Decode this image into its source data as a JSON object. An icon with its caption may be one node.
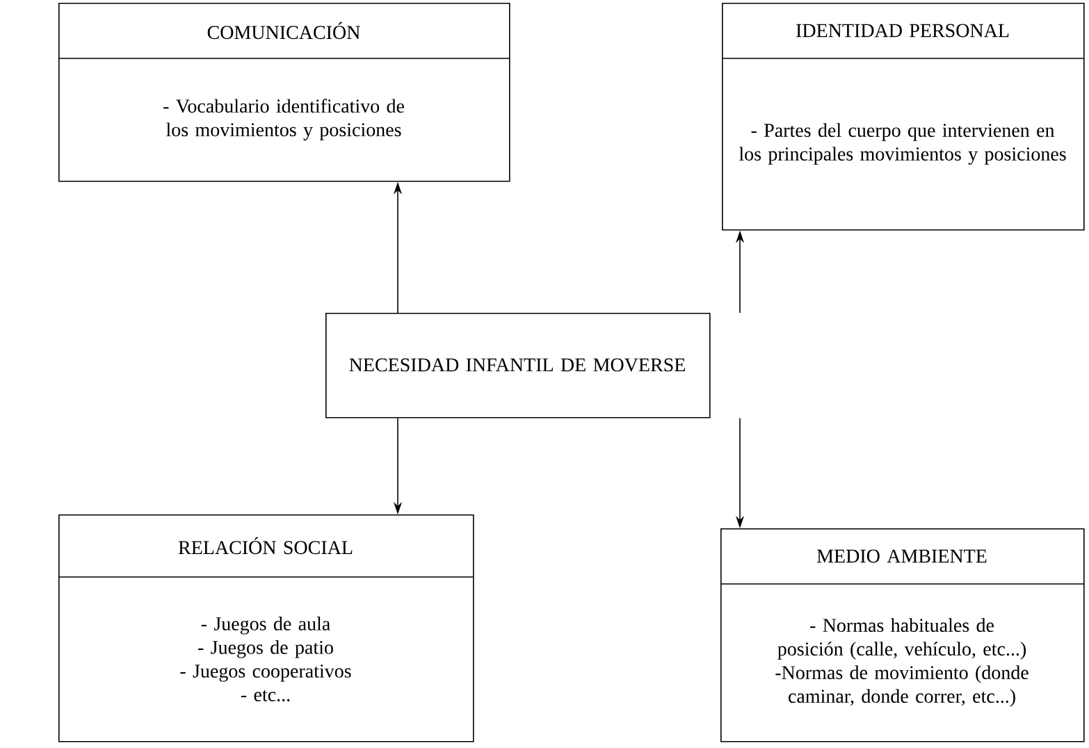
{
  "diagram": {
    "nodes": [
      {
        "text": [
          "COMUNICACIÓN",
          "- Vocabulario identificativo de los movimientos y posiciones"
        ]
      },
      {
        "text": [
          "IDENTIDAD PERSONAL",
          "- Partes del cuerpo que intervienen en los principales movimientos y posiciones"
        ]
      },
      {
        "text": [
          "NECESIDAD INFANTIL DE MOVERSE"
        ]
      },
      {
        "text": [
          "RELACIÓN SOCIAL",
          "- Juegos de aula",
          "- Juegos de patio",
          "- Juegos cooperativos",
          "- etc..."
        ]
      },
      {
        "text": [
          "MEDIO AMBIENTE",
          "- Normas habituales de posición (calle, vehículo, etc...)",
          "-Normas de movimiento (donde caminar, donde correr, etc...)"
        ]
      }
    ],
    "edges": [
      {
        "from": 2,
        "to": 0,
        "arrow": "to"
      },
      {
        "from": 2,
        "to": 1,
        "arrow": "to"
      },
      {
        "from": 2,
        "to": 3,
        "arrow": "to"
      },
      {
        "from": 2,
        "to": 4,
        "arrow": "to"
      }
    ]
  }
}
